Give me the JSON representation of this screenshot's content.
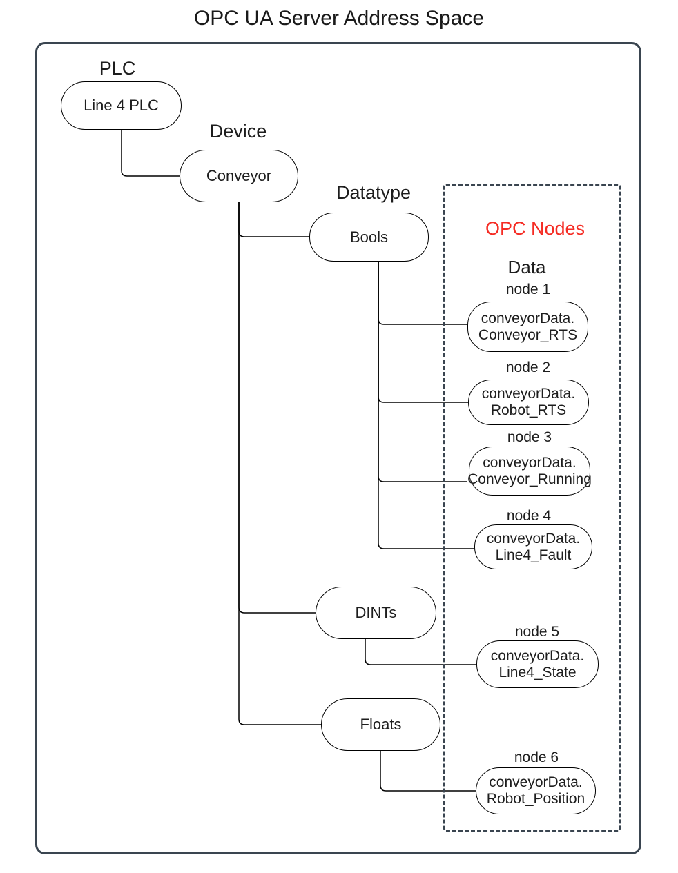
{
  "title": "OPC UA Server Address Space",
  "colors": {
    "frame_border": "#3A4550",
    "opc_nodes_heading": "#FF0000",
    "shape_stroke": "#000000",
    "text": "#1A1A1A",
    "background": "#FFFFFF"
  },
  "sections": {
    "plc_label": "PLC",
    "device_label": "Device",
    "datatype_label": "Datatype"
  },
  "shapes": {
    "plc_node": "Line 4 PLC",
    "device_node": "Conveyor",
    "datatypes": [
      "Bools",
      "DINTs",
      "Floats"
    ]
  },
  "opc": {
    "title": "OPC Nodes",
    "subtitle": "Data",
    "nodes": [
      {
        "name": "node 1",
        "line1": "conveyorData.",
        "line2": "Conveyor_RTS"
      },
      {
        "name": "node 2",
        "line1": "conveyorData.",
        "line2": "Robot_RTS"
      },
      {
        "name": "node 3",
        "line1": "conveyorData.",
        "line2": "Conveyor_Running"
      },
      {
        "name": "node 4",
        "line1": "conveyorData.",
        "line2": "Line4_Fault"
      },
      {
        "name": "node 5",
        "line1": "conveyorData.",
        "line2": "Line4_State"
      },
      {
        "name": "node 6",
        "line1": "conveyorData.",
        "line2": "Robot_Position"
      }
    ]
  }
}
